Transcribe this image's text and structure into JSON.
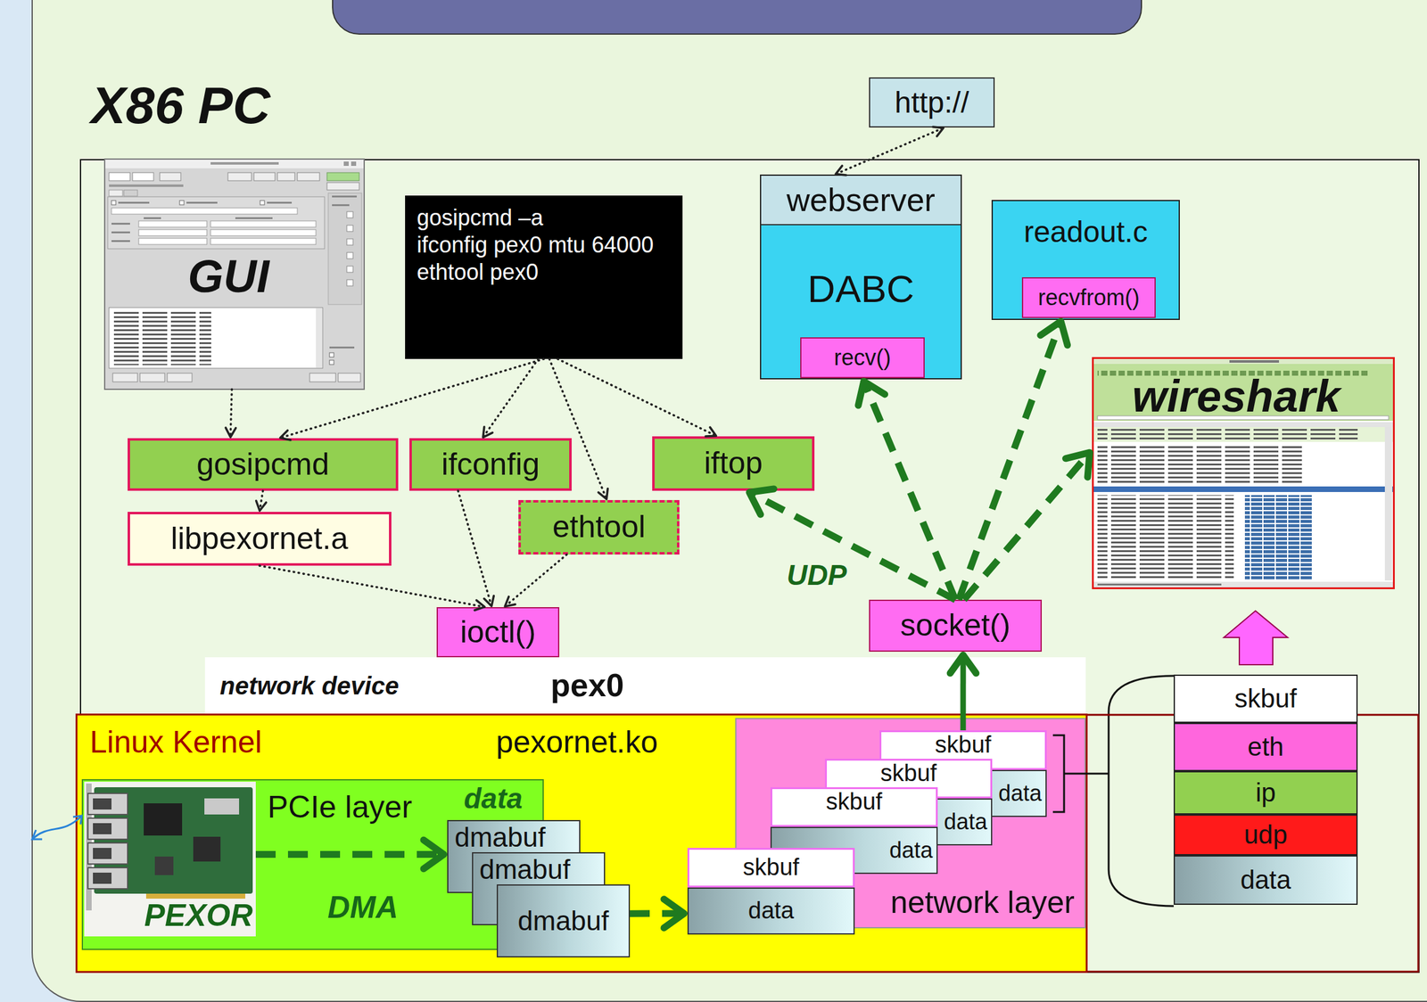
{
  "diagram": {
    "nodes": [
      {
        "text": [
          "http://"
        ]
      },
      {
        "text": [
          "GUI"
        ]
      },
      {
        "text": [
          "gosipcmd –a",
          "ifconfig pex0 mtu 64000",
          "ethtool pex0"
        ]
      },
      {
        "text": [
          "webserver",
          "DABC"
        ]
      },
      {
        "text": [
          "recv()"
        ],
        "in": 3
      },
      {
        "text": [
          "readout.c"
        ]
      },
      {
        "text": [
          "recvfrom()"
        ],
        "in": 5
      },
      {
        "text": [
          "wireshark"
        ]
      },
      {
        "text": [
          "gosipcmd"
        ]
      },
      {
        "text": [
          "ifconfig"
        ]
      },
      {
        "text": [
          "iftop"
        ]
      },
      {
        "text": [
          "libpexornet.a"
        ]
      },
      {
        "text": [
          "ethtool"
        ]
      },
      {
        "text": [
          "ioctl()"
        ]
      },
      {
        "text": [
          "socket()"
        ]
      },
      {
        "text": [
          "network device",
          "pex0"
        ]
      },
      {
        "text": [
          "Linux Kernel",
          "pexornet.ko"
        ]
      },
      {
        "text": [
          "PCIe layer"
        ],
        "in": 16
      },
      {
        "text": [
          "PEXOR"
        ],
        "in": 17
      },
      {
        "text": [
          "dmabuf"
        ],
        "in": 16
      },
      {
        "text": [
          "dmabuf"
        ],
        "in": 16
      },
      {
        "text": [
          "dmabuf"
        ],
        "in": 16
      },
      {
        "text": [
          "network layer"
        ],
        "in": 16
      },
      {
        "text": [
          "skbuf",
          "data"
        ],
        "in": 22
      },
      {
        "text": [
          "skbuf",
          "data"
        ],
        "in": 22
      },
      {
        "text": [
          "skbuf",
          "data"
        ],
        "in": 22
      },
      {
        "text": [
          "skbuf",
          "data"
        ],
        "in": 16
      },
      {
        "text": [
          "skbuf"
        ]
      },
      {
        "text": [
          "eth"
        ]
      },
      {
        "text": [
          "ip"
        ]
      },
      {
        "text": [
          "udp"
        ]
      },
      {
        "text": [
          "data"
        ]
      }
    ],
    "edges": [
      {
        "from": 0,
        "to": 3,
        "arrow": "both"
      },
      {
        "from": 1,
        "to": 8,
        "arrow": "to"
      },
      {
        "from": 2,
        "to": 8,
        "arrow": "to"
      },
      {
        "from": 2,
        "to": 9,
        "arrow": "to"
      },
      {
        "from": 2,
        "to": 12,
        "arrow": "to"
      },
      {
        "from": 2,
        "to": 10,
        "arrow": "to"
      },
      {
        "from": 8,
        "to": 11,
        "arrow": "to"
      },
      {
        "from": 11,
        "to": 13,
        "arrow": "to"
      },
      {
        "from": 9,
        "to": 13,
        "arrow": "to"
      },
      {
        "from": 12,
        "to": 13,
        "arrow": "to"
      },
      {
        "from": 14,
        "to": 10,
        "label": "UDP",
        "arrow": "to"
      },
      {
        "from": 14,
        "to": 4,
        "arrow": "to"
      },
      {
        "from": 14,
        "to": 6,
        "arrow": "to"
      },
      {
        "from": 14,
        "to": 7,
        "arrow": "to"
      },
      {
        "from": 23,
        "to": 14,
        "arrow": "to"
      },
      {
        "from": 18,
        "to": 19,
        "arrow": "to"
      },
      {
        "from": 21,
        "to": 26,
        "arrow": "to"
      }
    ],
    "labels": [
      "X86 PC",
      "data",
      "DMA"
    ]
  }
}
